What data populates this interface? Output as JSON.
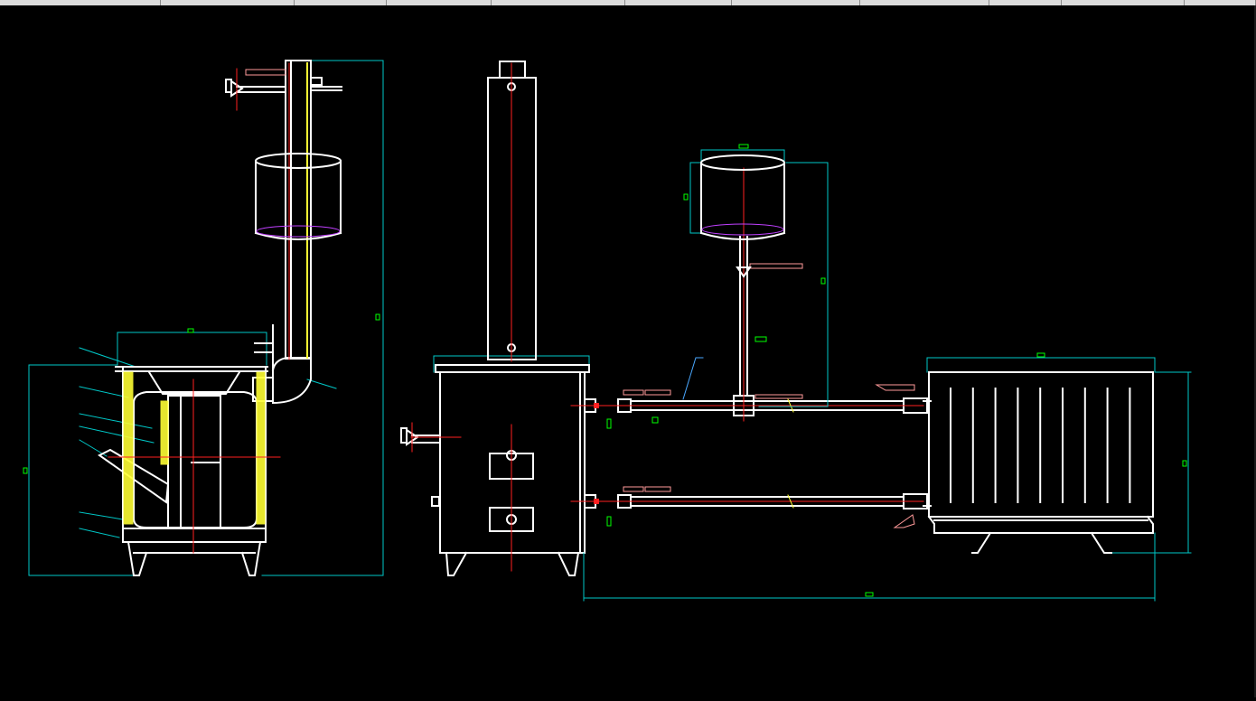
{
  "window": {
    "tabs": [
      {
        "label": "",
        "width": 178
      },
      {
        "label": "",
        "width": 148
      },
      {
        "label": "",
        "width": 102
      },
      {
        "label": "",
        "width": 116
      },
      {
        "label": "",
        "width": 148
      },
      {
        "label": "",
        "width": 118
      },
      {
        "label": "",
        "width": 142
      },
      {
        "label": "",
        "width": 143
      },
      {
        "label": "",
        "width": 80
      },
      {
        "label": "",
        "width": 136
      },
      {
        "label": "",
        "width": 79
      }
    ]
  },
  "drawing": {
    "background": "#000000",
    "colors": {
      "outline": "#ffffff",
      "dimension": "#00c8c8",
      "centerline": "#ff2020",
      "insulation": "#ffff33",
      "annotation": "#ff9a9a",
      "dim_text": "#00ff00",
      "leader": "#4aa8ff"
    }
  }
}
